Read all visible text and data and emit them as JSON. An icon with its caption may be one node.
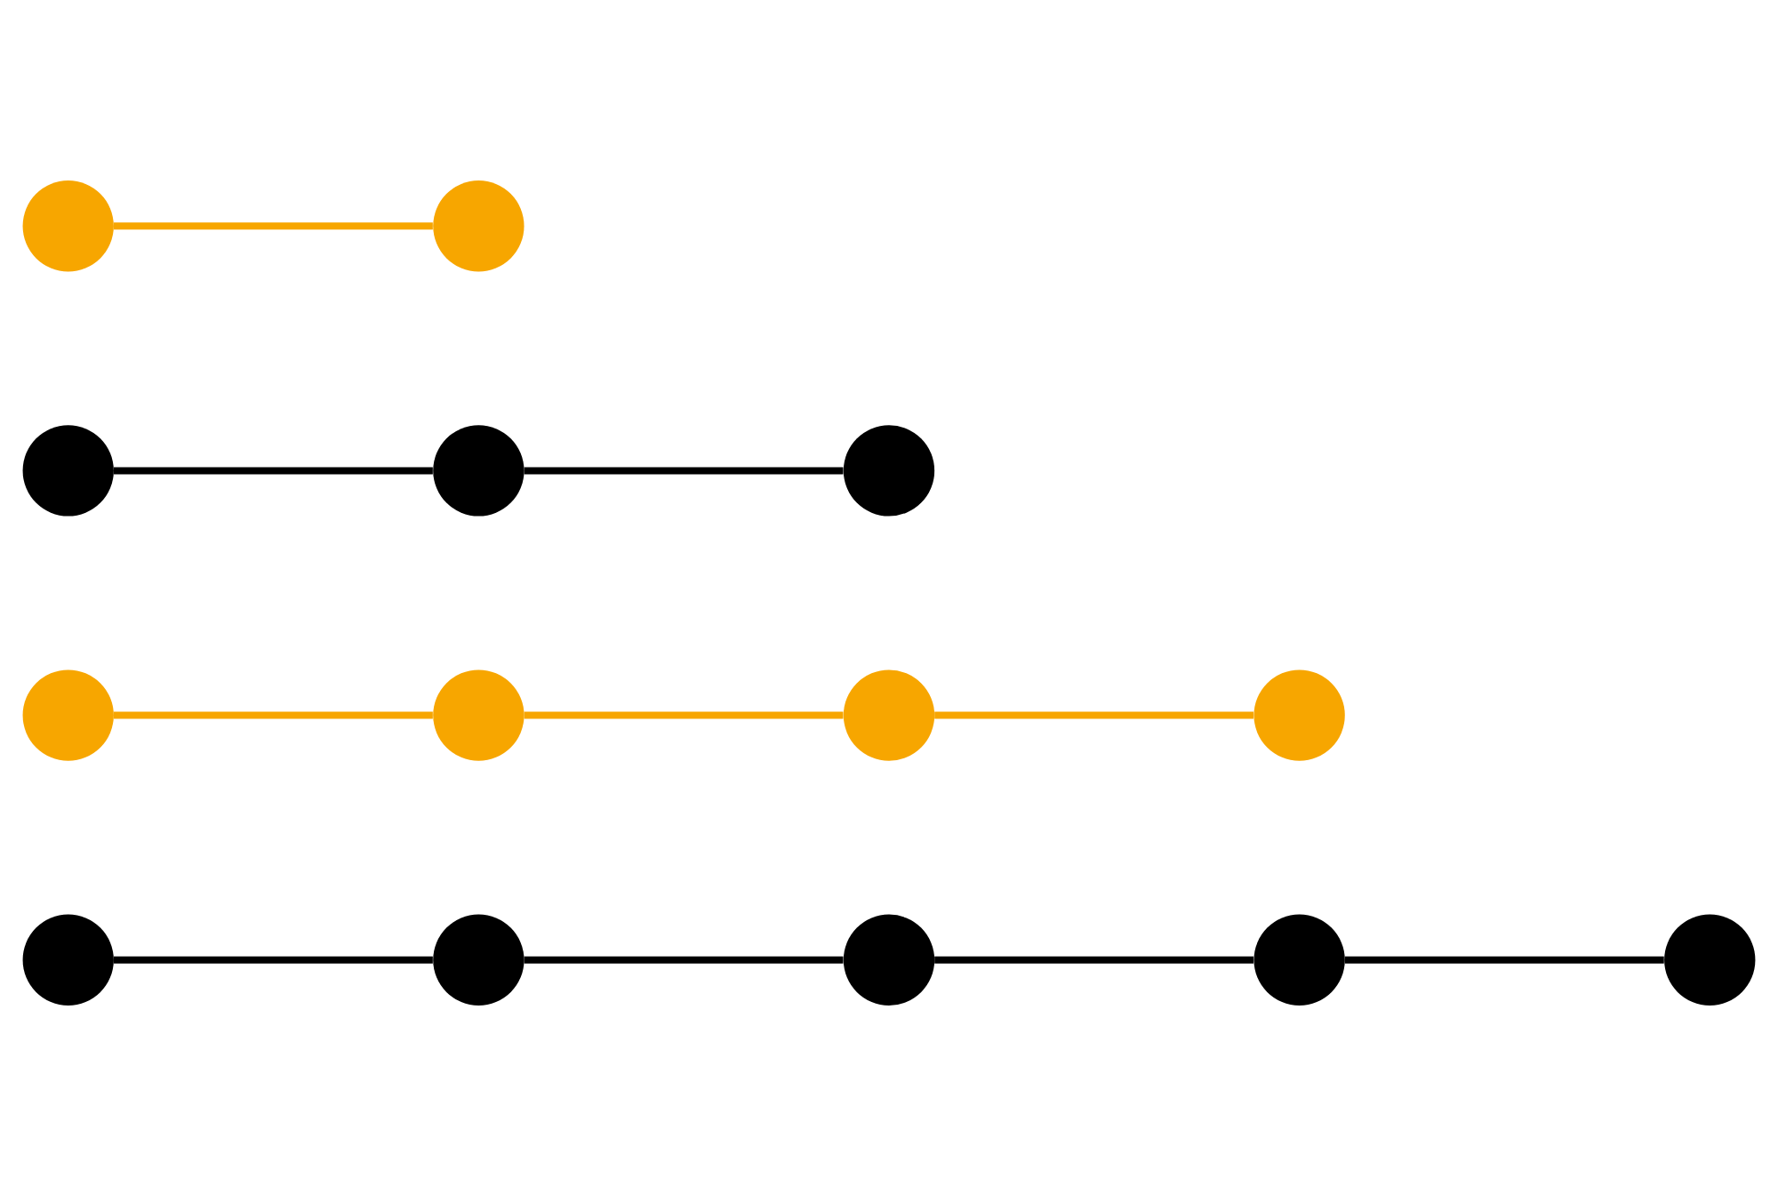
{
  "diagram": {
    "nodes": [
      {
        "text": [],
        "shape": "circle"
      },
      {
        "text": [],
        "shape": "circle"
      },
      {
        "text": [],
        "shape": "circle"
      },
      {
        "text": [],
        "shape": "circle"
      },
      {
        "text": [],
        "shape": "circle"
      },
      {
        "text": [],
        "shape": "circle"
      },
      {
        "text": [],
        "shape": "circle"
      },
      {
        "text": [],
        "shape": "circle"
      },
      {
        "text": [],
        "shape": "circle"
      },
      {
        "text": [],
        "shape": "circle"
      },
      {
        "text": [],
        "shape": "circle"
      },
      {
        "text": [],
        "shape": "circle"
      },
      {
        "text": [],
        "shape": "circle"
      },
      {
        "text": [],
        "shape": "circle"
      }
    ],
    "edges": [
      {
        "from": 0,
        "to": 1,
        "arrow": "none",
        "color": "#f7a600"
      },
      {
        "from": 2,
        "to": 3,
        "arrow": "none"
      },
      {
        "from": 3,
        "to": 4,
        "arrow": "none"
      },
      {
        "from": 5,
        "to": 6,
        "arrow": "none",
        "color": "#f7a600"
      },
      {
        "from": 6,
        "to": 7,
        "arrow": "none",
        "color": "#f7a600"
      },
      {
        "from": 7,
        "to": 8,
        "arrow": "none",
        "color": "#f7a600"
      },
      {
        "from": 9,
        "to": 10,
        "arrow": "none"
      },
      {
        "from": 10,
        "to": 11,
        "arrow": "none"
      },
      {
        "from": 11,
        "to": 12,
        "arrow": "none"
      },
      {
        "from": 12,
        "to": 13,
        "arrow": "none"
      }
    ]
  }
}
